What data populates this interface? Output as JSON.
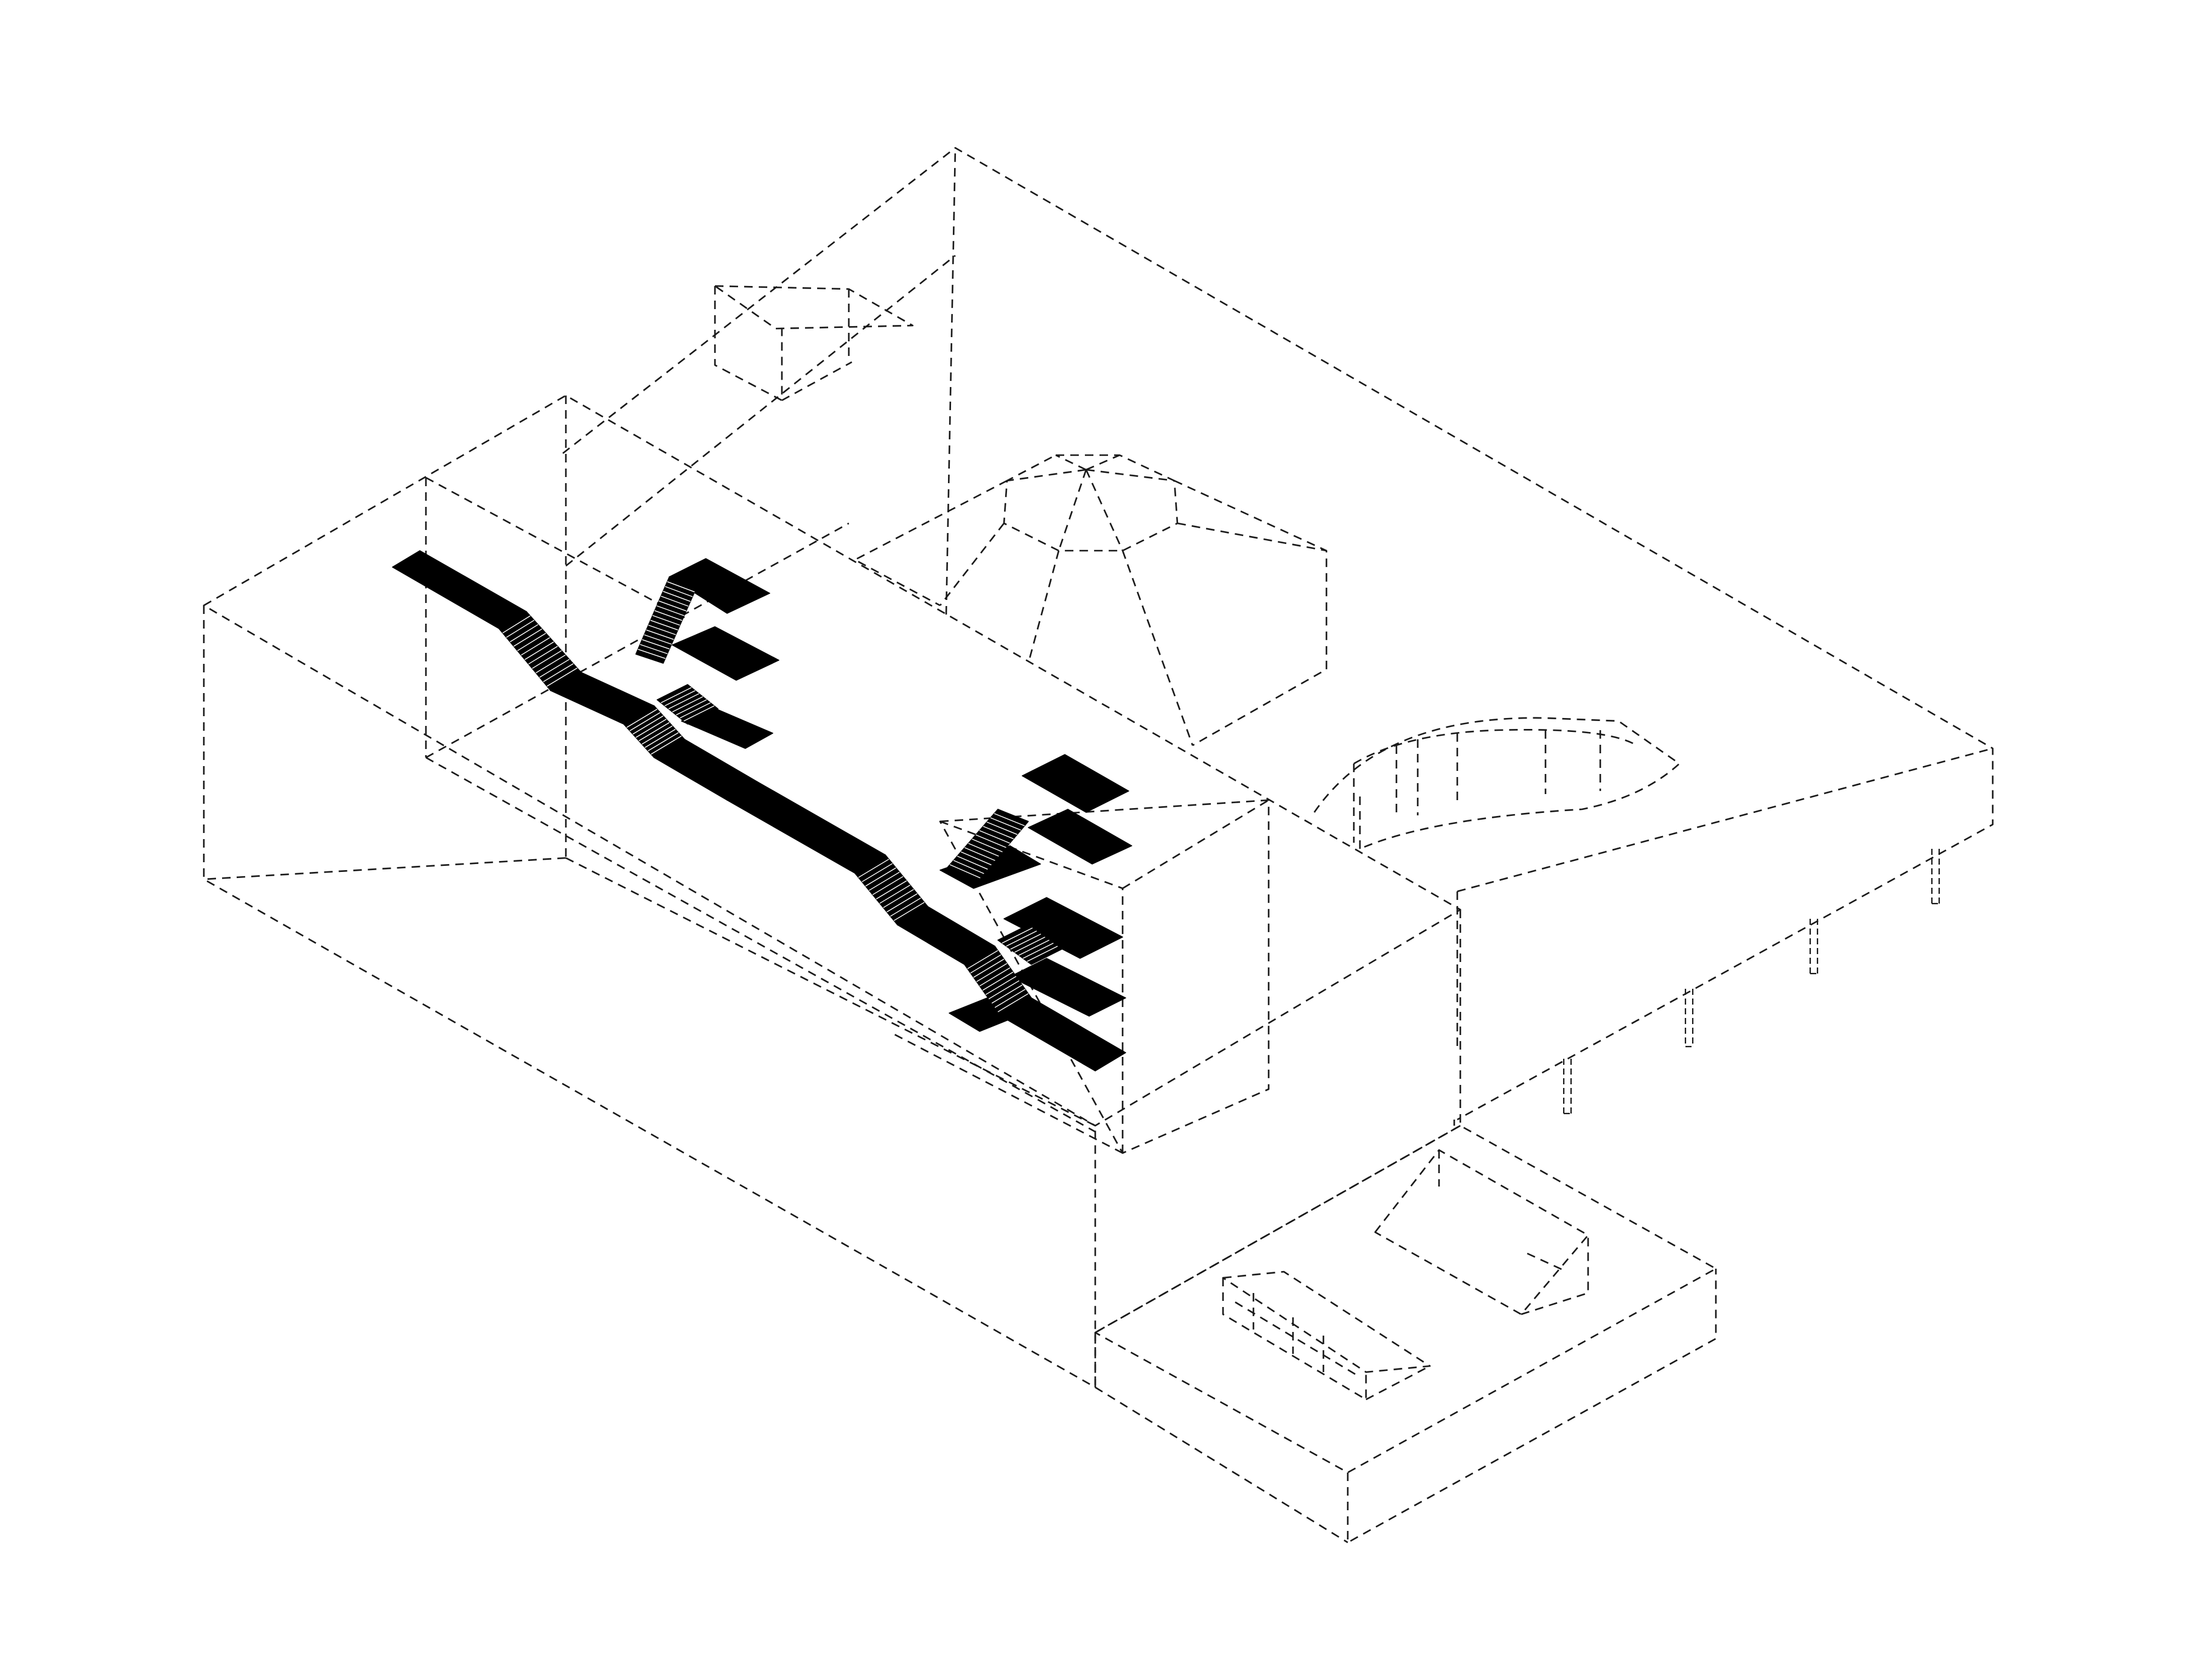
{
  "diagram": {
    "kind": "axonometric-circulation-diagram",
    "colors": {
      "background": "#ffffff",
      "ghost_line": "#1a1a1a",
      "highlight_fill": "#000000",
      "tread_line": "#ffffff"
    },
    "volumes": [
      "main-block",
      "rear-wing",
      "roof-lantern",
      "dome",
      "curved-ramp",
      "stair-tower",
      "front-plaza",
      "plaza-skylight-left",
      "plaza-skylight-right",
      "pilotis-columns"
    ],
    "highlight": "stair-and-walkway-system",
    "text_labels": []
  }
}
